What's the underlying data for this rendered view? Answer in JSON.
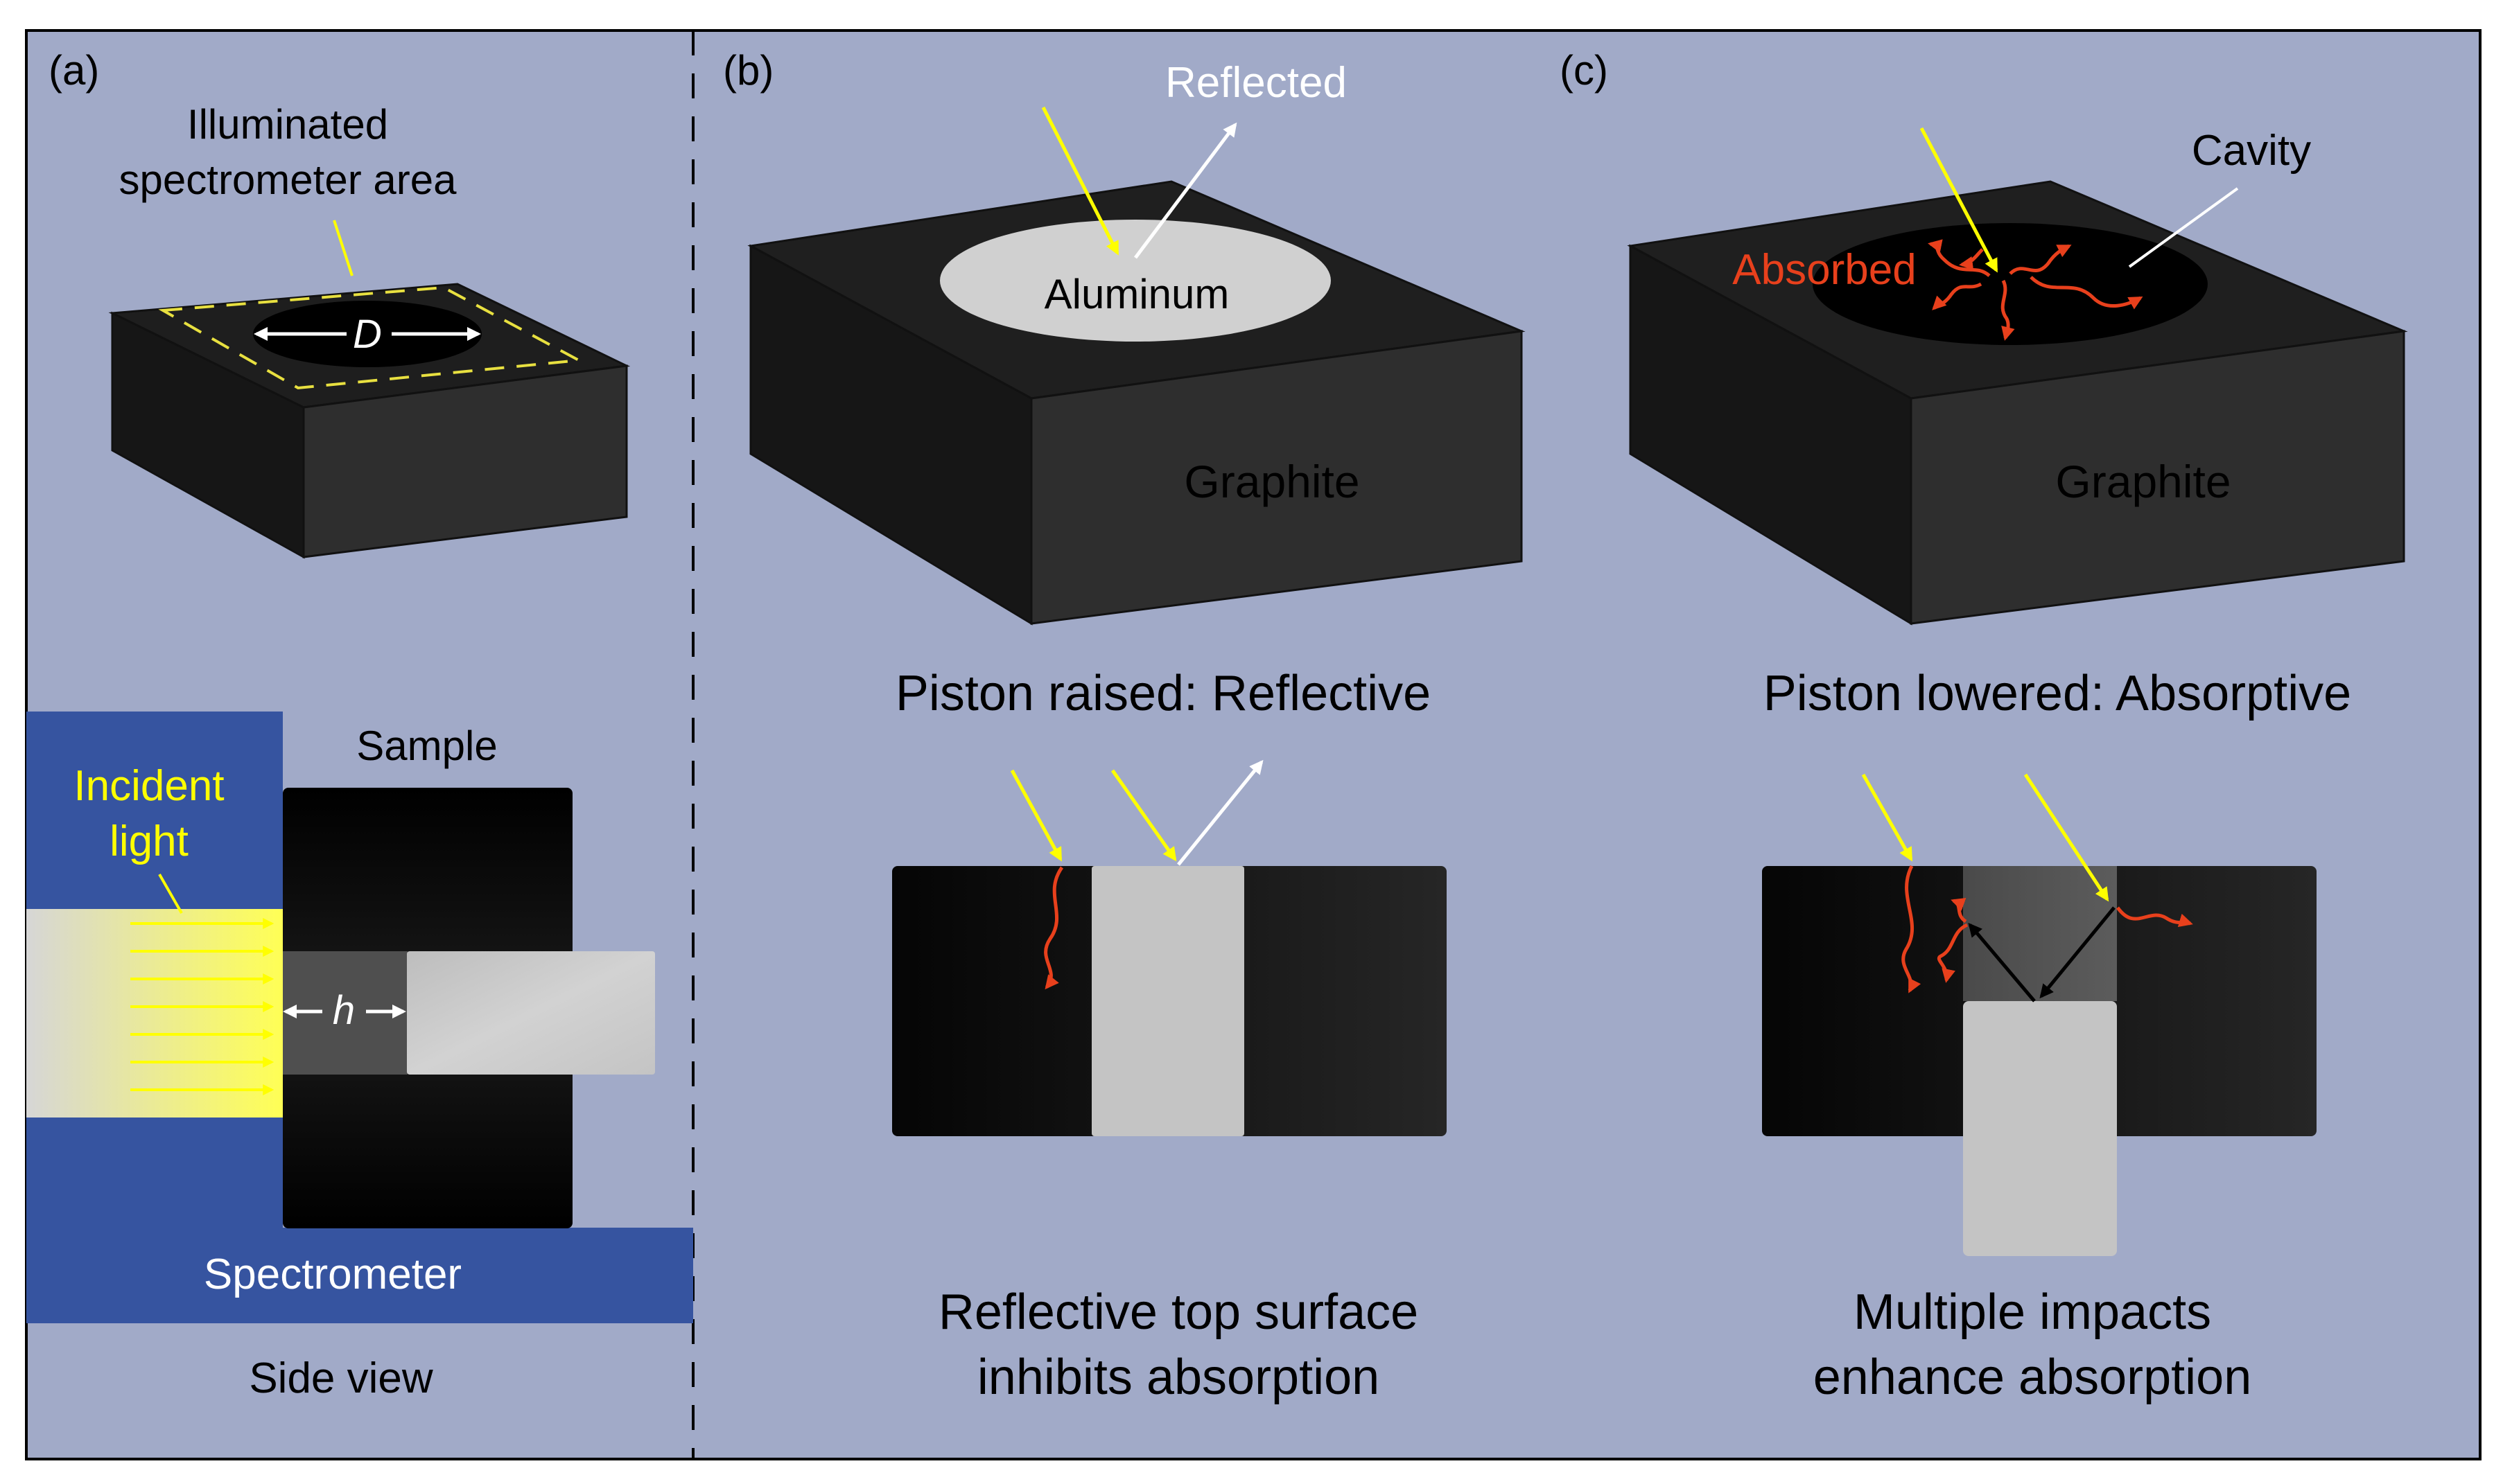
{
  "panels": {
    "a": {
      "label": "(a)",
      "area_label_line1": "Illuminated",
      "area_label_line2": "spectrometer area",
      "diameter_symbol": "D",
      "sample_label": "Sample",
      "incident_line1": "Incident",
      "incident_line2": "light",
      "height_symbol": "h",
      "spectrometer_label": "Spectrometer",
      "side_view_label": "Side view"
    },
    "b": {
      "label": "(b)",
      "reflected_label": "Reflected",
      "aluminum_label": "Aluminum",
      "graphite_label": "Graphite",
      "state_caption": "Piston raised: Reflective",
      "bottom_caption_line1": "Reflective top surface",
      "bottom_caption_line2": "inhibits absorption"
    },
    "c": {
      "label": "(c)",
      "cavity_label": "Cavity",
      "absorbed_label": "Absorbed",
      "graphite_label": "Graphite",
      "state_caption": "Piston lowered: Absorptive",
      "bottom_caption_line1": "Multiple impacts",
      "bottom_caption_line2": "enhance absorption"
    }
  },
  "colors": {
    "background": "#a1aac8",
    "graphite": "#1f1f1f",
    "spectrometer": "#3654a0",
    "incident": "#ffff00",
    "absorbed": "#e8401c",
    "reflected": "#ffffff",
    "aluminum": "#cfcfcf"
  }
}
